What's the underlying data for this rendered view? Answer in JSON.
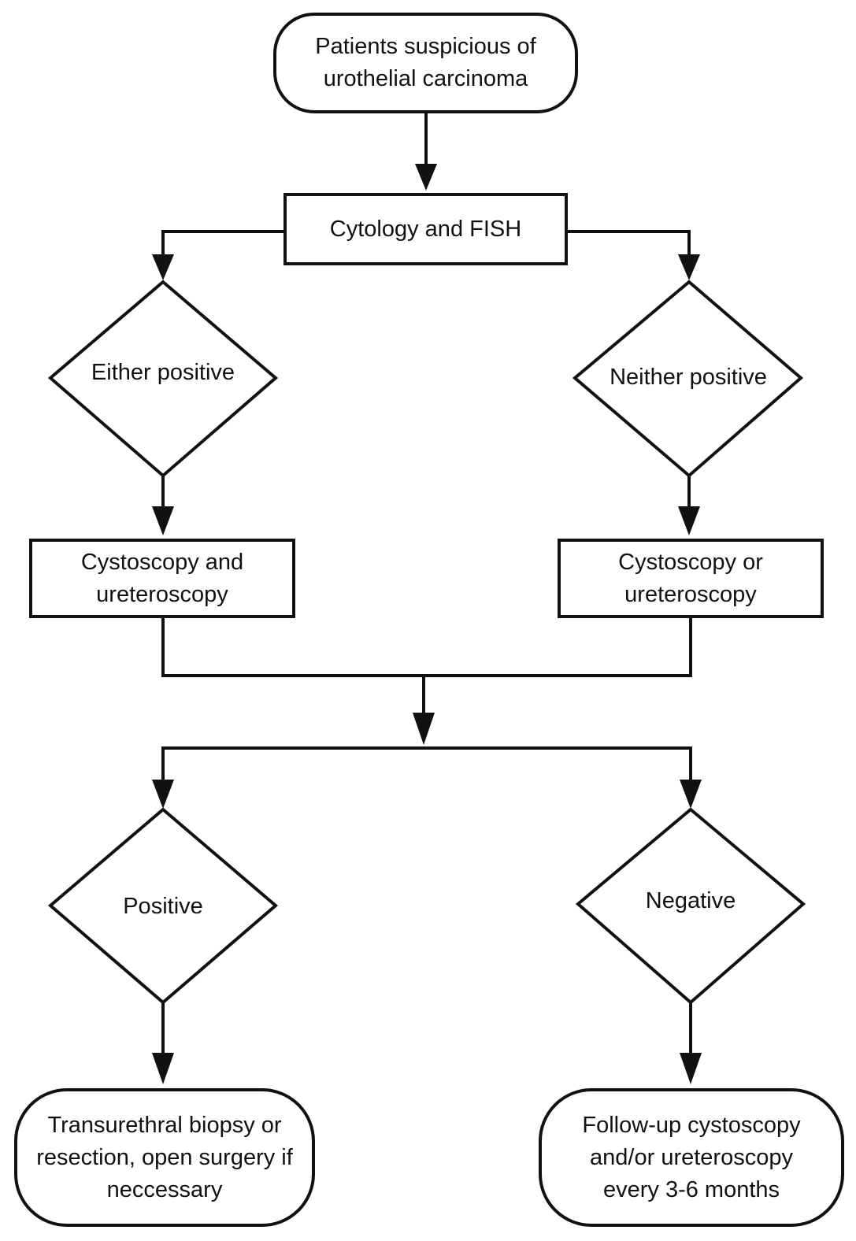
{
  "flowchart": {
    "start": {
      "text": "Patients suspicious of\nurothelial carcinoma"
    },
    "test": {
      "text": "Cytology and FISH"
    },
    "decision_either": {
      "text": "Either positive"
    },
    "decision_neither": {
      "text": "Neither positive"
    },
    "proc_and": {
      "text": "Cystoscopy and\nureteroscopy"
    },
    "proc_or": {
      "text": "Cystoscopy or\nureteroscopy"
    },
    "decision_positive": {
      "text": "Positive"
    },
    "decision_negative": {
      "text": "Negative"
    },
    "end_treatment": {
      "text": "Transurethral biopsy or\nresection, open surgery if\nneccessary"
    },
    "end_followup": {
      "text": "Follow-up cystoscopy\nand/or ureteroscopy\nevery 3-6 months"
    }
  },
  "colors": {
    "stroke": "#111111",
    "background": "#ffffff"
  }
}
